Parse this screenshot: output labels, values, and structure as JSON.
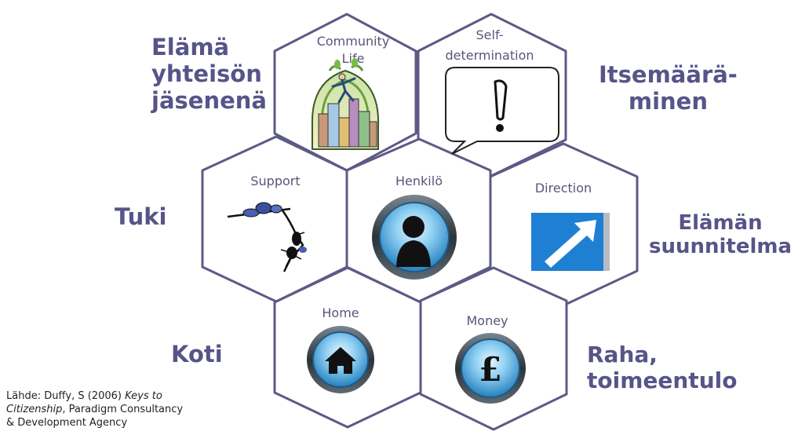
{
  "hexes": {
    "community": {
      "line1": "Community",
      "line2": "Life",
      "icon": "city-climber-icon"
    },
    "self": {
      "line1": "Self-",
      "line2": "determination",
      "icon": "exclamation-speech-bubble-icon"
    },
    "support": {
      "label": "Support",
      "icon": "ants-carrying-icon"
    },
    "person": {
      "label": "Henkilö",
      "icon": "person-silhouette-icon"
    },
    "direction": {
      "label": "Direction",
      "icon": "arrow-sign-icon"
    },
    "home": {
      "label": "Home",
      "icon": "house-icon"
    },
    "money": {
      "label": "Money",
      "icon": "pound-sign-icon",
      "symbol": "£"
    }
  },
  "finnish_labels": {
    "community": [
      "Elämä",
      "yhteisön",
      "jäsenenä"
    ],
    "self": [
      "Itsemäärä-",
      "minen"
    ],
    "support": [
      "Tuki"
    ],
    "direction": [
      "Elämän",
      "suunnitelma"
    ],
    "home": [
      "Koti"
    ],
    "money": [
      "Raha,",
      "toimeentulo"
    ]
  },
  "source": {
    "prefix": "Lähde: Duffy, S (2006) ",
    "title_part1": "Keys to",
    "title_part2": "Citizenship",
    "suffix": ", Paradigm Consultancy",
    "line3": "& Development Agency"
  },
  "colors": {
    "hex_stroke": "#5c5a86",
    "fi_text": "#565488",
    "sign_blue": "#1f7fd3"
  }
}
